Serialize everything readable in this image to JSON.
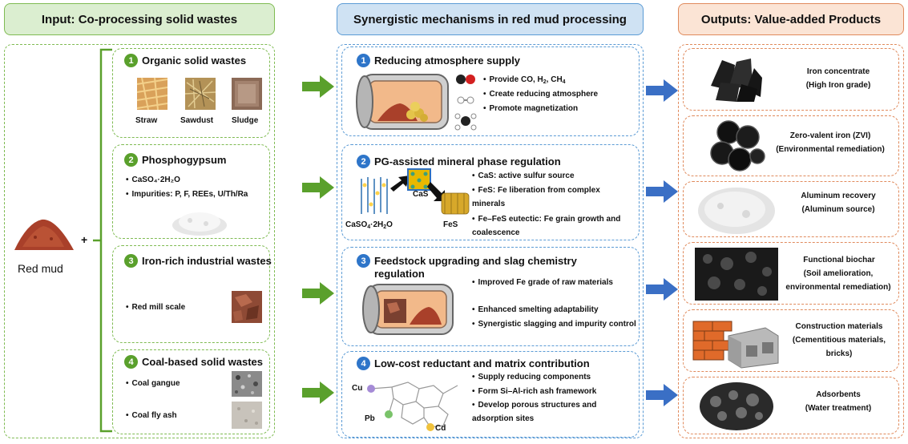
{
  "colors": {
    "green_header_bg": "#dbeed0",
    "green_border": "#7fbb52",
    "blue_header_bg": "#cfe2f3",
    "blue_border": "#5b9bd5",
    "orange_header_bg": "#fbe4d5",
    "orange_border": "#e08a5c",
    "arrow_green": "#5aa02c",
    "arrow_blue": "#3a6fc5"
  },
  "input": {
    "header": "Input: Co-processing solid wastes",
    "red_mud_label": "Red mud",
    "plus": "+",
    "cards": [
      {
        "num": "1",
        "title": "Organic solid wastes",
        "images": [
          {
            "label": "Straw"
          },
          {
            "label": "Sawdust"
          },
          {
            "label": "Sludge"
          }
        ]
      },
      {
        "num": "2",
        "title": "Phosphogypsum",
        "bullets": [
          "CaSO₄·2H₂O",
          "Impurities: P, F, REEs, U/Th/Ra"
        ]
      },
      {
        "num": "3",
        "title": "Iron-rich industrial wastes",
        "bullets": [
          "Red mill scale"
        ]
      },
      {
        "num": "4",
        "title": "Coal-based solid wastes",
        "bullets": [
          "Coal gangue",
          "Coal fly ash"
        ]
      }
    ]
  },
  "mechanisms": {
    "header": "Synergistic mechanisms in red mud processing",
    "cards": [
      {
        "num": "1",
        "title": "Reducing atmosphere supply",
        "bullets": [
          "Provide CO, H₂, CH₄",
          "Create reducing atmosphere",
          "Promote magnetization"
        ]
      },
      {
        "num": "2",
        "title": "PG-assisted mineral phase regulation",
        "bullets": [
          "CaS: active sulfur source",
          "FeS: Fe liberation from complex minerals",
          "Fe–FeS eutectic: Fe grain growth and coalescence"
        ],
        "labels": {
          "cas": "CaS",
          "caso4": "CaSO₄·2H₂O",
          "fes": "FeS"
        }
      },
      {
        "num": "3",
        "title": "Feedstock upgrading and slag chemistry regulation",
        "bullets": [
          "Improved Fe grade of raw materials",
          "Enhanced smelting adaptability",
          "Synergistic slagging and impurity control"
        ]
      },
      {
        "num": "4",
        "title": "Low-cost reductant and matrix contribution",
        "bullets": [
          "Supply reducing components",
          "Form Si–Al-rich ash framework",
          "Develop porous structures and adsorption sites"
        ],
        "labels": {
          "cu": "Cu",
          "pb": "Pb",
          "cd": "Cd"
        }
      }
    ]
  },
  "outputs": {
    "header": "Outputs: Value-added Products",
    "items": [
      {
        "name": "Iron concentrate",
        "detail": "(High Iron grade)"
      },
      {
        "name": "Zero-valent iron (ZVI)",
        "detail": "(Environmental remediation)"
      },
      {
        "name": "Aluminum recovery",
        "detail": "(Aluminum source)"
      },
      {
        "name": "Functional biochar",
        "detail": "(Soil amelioration, environmental remediation)"
      },
      {
        "name": "Construction materials",
        "detail": "(Cementitious materials, bricks)"
      },
      {
        "name": "Adsorbents",
        "detail": "(Water treatment)"
      }
    ]
  }
}
